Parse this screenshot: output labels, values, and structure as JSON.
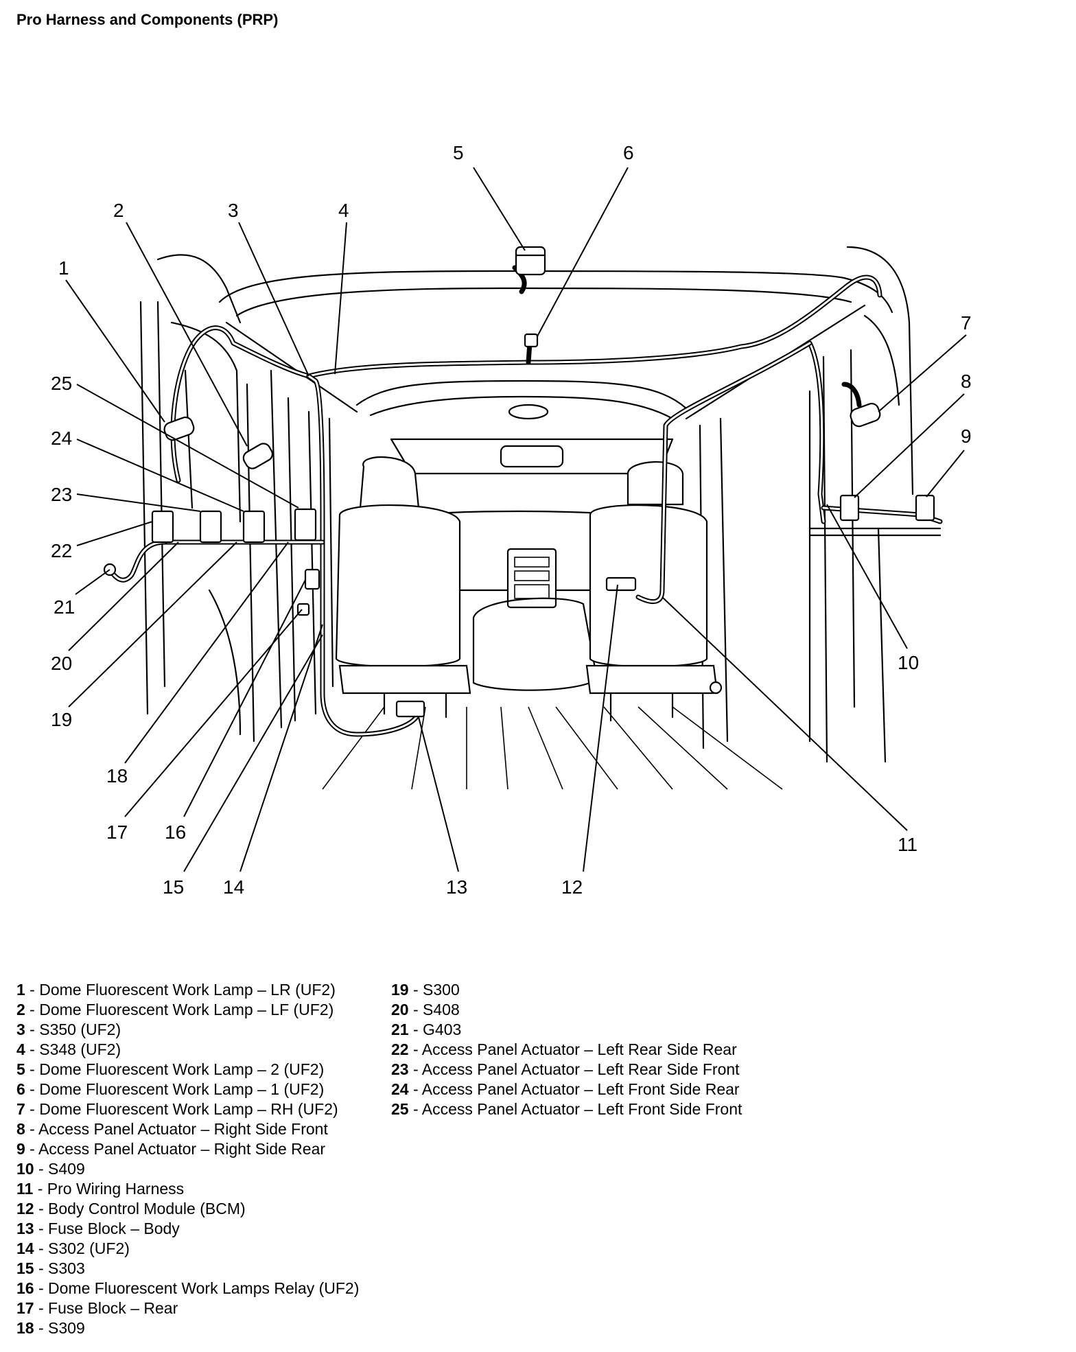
{
  "title": "Pro Harness and Components (PRP)",
  "callouts": [
    "1",
    "2",
    "3",
    "4",
    "5",
    "6",
    "7",
    "8",
    "9",
    "10",
    "11",
    "12",
    "13",
    "14",
    "15",
    "16",
    "17",
    "18",
    "19",
    "20",
    "21",
    "22",
    "23",
    "24",
    "25"
  ],
  "legend_left": [
    {
      "num": "1",
      "sep": " - ",
      "desc": "Dome Fluorescent Work Lamp – LR (UF2)"
    },
    {
      "num": "2",
      "sep": " - ",
      "desc": "Dome Fluorescent Work Lamp – LF (UF2)"
    },
    {
      "num": "3",
      "sep": " - ",
      "desc": "S350 (UF2)"
    },
    {
      "num": "4",
      "sep": " - ",
      "desc": "S348 (UF2)"
    },
    {
      "num": "5",
      "sep": " - ",
      "desc": "Dome Fluorescent Work Lamp – 2 (UF2)"
    },
    {
      "num": "6",
      "sep": " - ",
      "desc": "Dome Fluorescent Work Lamp – 1 (UF2)"
    },
    {
      "num": "7",
      "sep": " - ",
      "desc": "Dome Fluorescent Work Lamp – RH (UF2)"
    },
    {
      "num": "8",
      "sep": " - ",
      "desc": "Access Panel Actuator – Right Side Front"
    },
    {
      "num": "9",
      "sep": " - ",
      "desc": "Access Panel Actuator – Right Side Rear"
    },
    {
      "num": "10",
      "sep": " - ",
      "desc": "S409"
    },
    {
      "num": "11",
      "sep": " - ",
      "desc": "Pro Wiring Harness"
    },
    {
      "num": "12",
      "sep": " - ",
      "desc": "Body Control Module (BCM)"
    },
    {
      "num": "13",
      "sep": " - ",
      "desc": "Fuse Block – Body"
    },
    {
      "num": "14",
      "sep": " - ",
      "desc": "S302 (UF2)"
    },
    {
      "num": "15",
      "sep": " - ",
      "desc": "S303"
    },
    {
      "num": "16",
      "sep": " - ",
      "desc": "Dome Fluorescent Work Lamps Relay (UF2)"
    },
    {
      "num": "17",
      "sep": " - ",
      "desc": "Fuse Block – Rear"
    },
    {
      "num": "18",
      "sep": " - ",
      "desc": "S309"
    }
  ],
  "legend_right": [
    {
      "num": "19",
      "sep": " - ",
      "desc": "S300"
    },
    {
      "num": "20",
      "sep": " - ",
      "desc": "S408"
    },
    {
      "num": "21",
      "sep": " - ",
      "desc": "G403"
    },
    {
      "num": "22",
      "sep": " - ",
      "desc": "Access Panel Actuator – Left Rear Side Rear"
    },
    {
      "num": "23",
      "sep": " - ",
      "desc": "Access Panel Actuator – Left Rear Side Front"
    },
    {
      "num": "24",
      "sep": " - ",
      "desc": "Access Panel Actuator – Left Front Side Rear"
    },
    {
      "num": "25",
      "sep": " - ",
      "desc": "Access Panel Actuator – Left Front Side Front"
    }
  ]
}
